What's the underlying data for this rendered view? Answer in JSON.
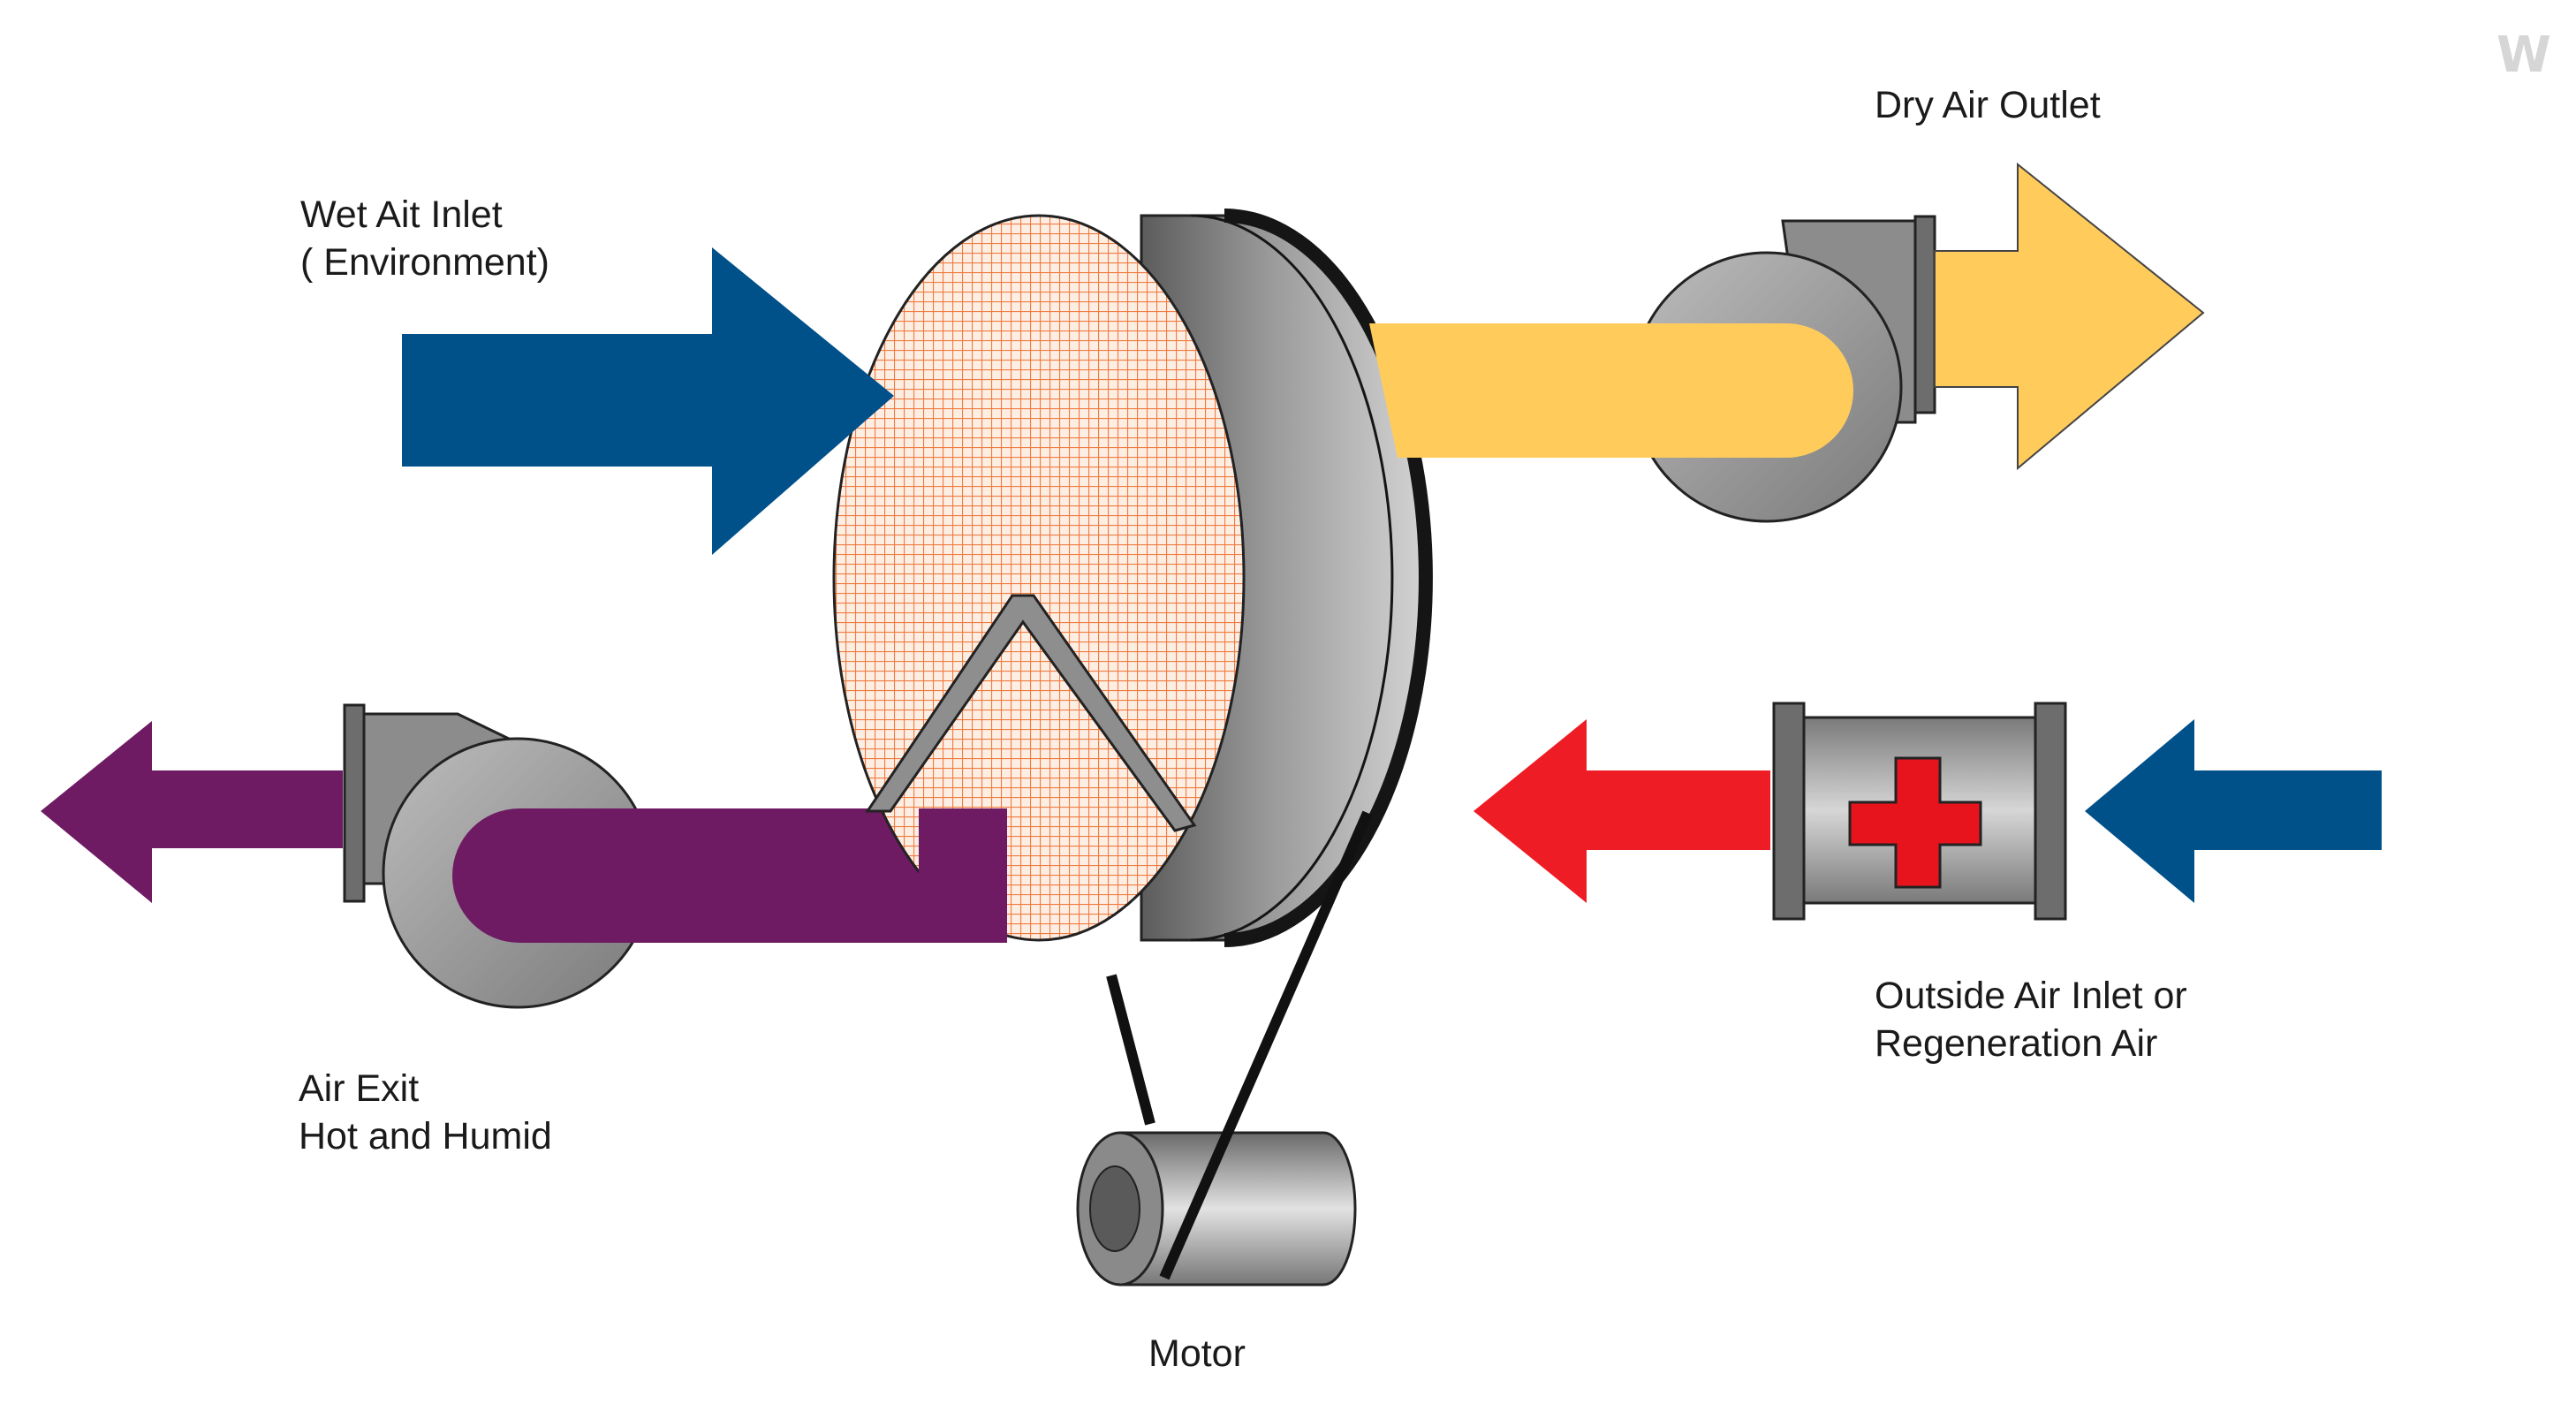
{
  "labels": {
    "wet_inlet": {
      "line1": "Wet Ait Inlet",
      "line2": "( Environment)"
    },
    "dry_outlet": "Dry Air Outlet",
    "outside_inlet": {
      "line1": "Outside Air Inlet or",
      "line2": "Regeneration Air"
    },
    "air_exit": {
      "line1": "Air Exit",
      "line2": "Hot and Humid"
    },
    "motor": "Motor"
  },
  "watermark": "W",
  "colors": {
    "wet_air": "#00508a",
    "dry_air": "#ffcc5c",
    "exhaust_air": "#6e1b63",
    "heated_air": "#ee1c24",
    "outside_air": "#00508a",
    "wheel_mesh": "#f07b3f",
    "heater_cross": "#e8141d"
  }
}
